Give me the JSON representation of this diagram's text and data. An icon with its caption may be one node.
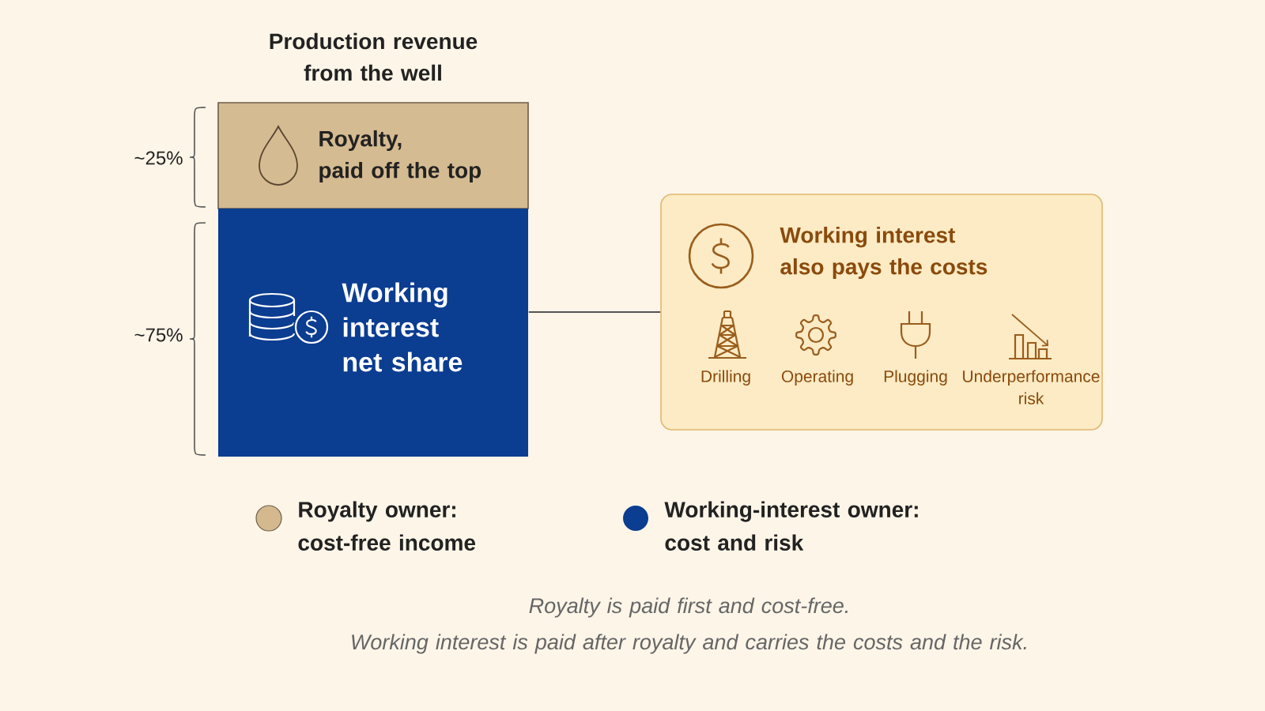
{
  "diagram": {
    "title": "Production revenue from the well",
    "caption": "Royalty is paid first and cost-free. Working interest is paid after royalty and carries the costs and the risk.",
    "nodes": [
      {
        "text": [
          "Royalty, paid off the top"
        ]
      },
      {
        "text": [
          "Working interest net share"
        ]
      },
      {
        "text": [
          "Working interest also pays the costs"
        ]
      }
    ],
    "edges": [
      {
        "from": 1,
        "to": 2,
        "arrow": "none"
      }
    ],
    "labels": [
      "~25%",
      "~75%",
      "Drilling",
      "Operating",
      "Plugging",
      "Underperformance risk"
    ],
    "legend": [
      {
        "text": "Royalty owner: cost-free income",
        "color": "#d4b98f"
      },
      {
        "text": "Working-interest owner: cost and risk",
        "color": "#0b3d91"
      }
    ]
  }
}
